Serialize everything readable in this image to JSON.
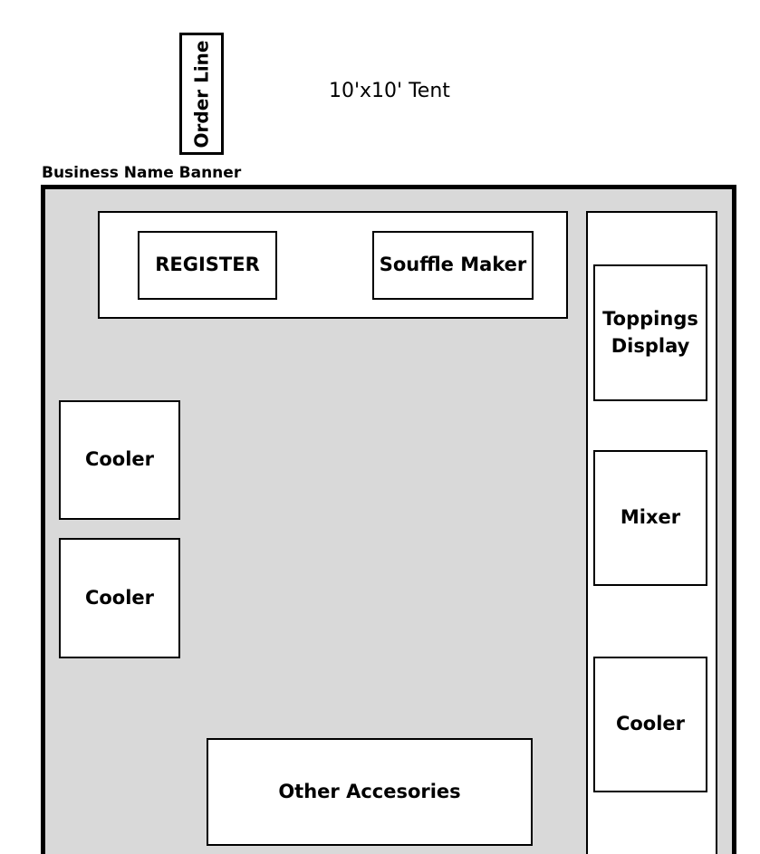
{
  "order_line": {
    "label": "Order Line"
  },
  "tent": {
    "label": "10'x10' Tent"
  },
  "banner": {
    "label": "Business Name Banner"
  },
  "items": {
    "register": "REGISTER",
    "souffle_maker": "Souffle Maker",
    "toppings_display": "Toppings\nDisplay",
    "mixer": "Mixer",
    "cooler_side": "Cooler",
    "cooler_left_top": "Cooler",
    "cooler_left_bottom": "Cooler",
    "other_accessories": "Other Accesories"
  },
  "colors": {
    "tent_floor": "#d9d9d9",
    "item_fill": "#ffffff",
    "outline": "#000000"
  }
}
